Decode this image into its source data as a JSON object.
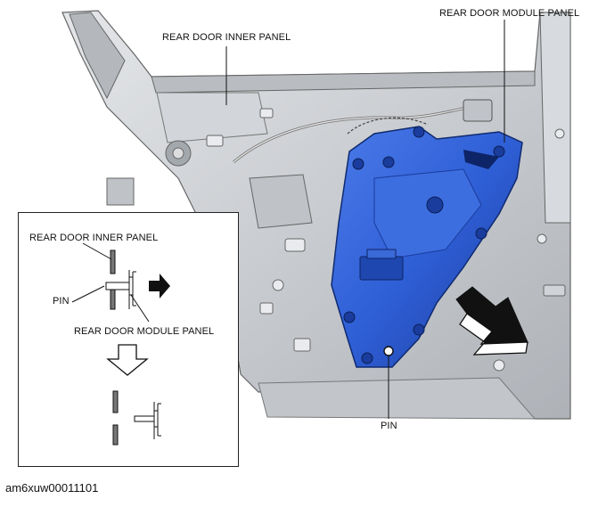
{
  "labels": {
    "inner_panel": "REAR DOOR INNER PANEL",
    "module_panel": "REAR DOOR MODULE PANEL",
    "pin": "PIN"
  },
  "inset": {
    "inner_panel": "REAR DOOR INNER PANEL",
    "pin": "PIN",
    "module_panel": "REAR DOOR MODULE PANEL"
  },
  "caption": "am6xuw00011101",
  "colors": {
    "door_gray": "#c9ccd0",
    "door_shadow": "#9ea3a8",
    "module_blue": "#2f5fd6",
    "module_dark": "#1a3c9c",
    "arrow_black": "#111111"
  }
}
